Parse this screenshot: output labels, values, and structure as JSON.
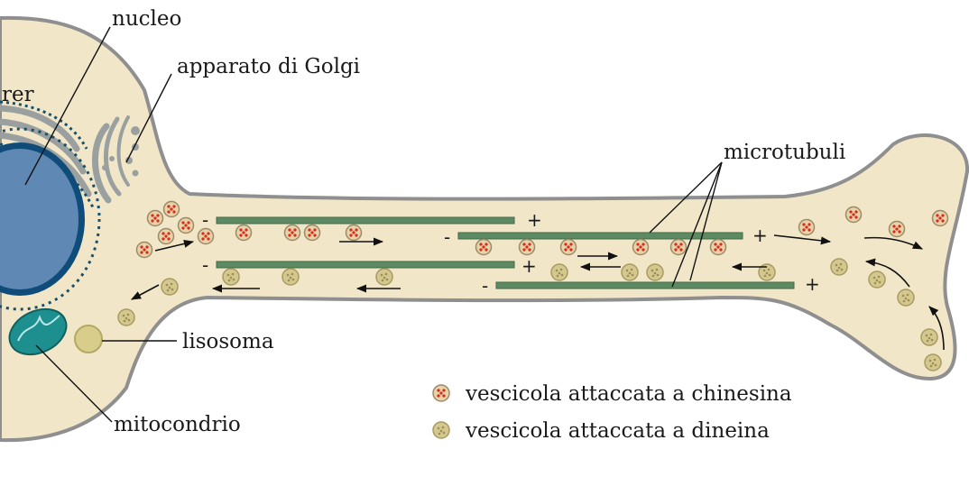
{
  "labels": {
    "nucleus": "nucleo",
    "golgi": "apparato di Golgi",
    "rer": "rer",
    "microtubules": "microtubuli",
    "lysosome": "lisosoma",
    "mitochondrion": "mitocondrio"
  },
  "legend": {
    "kinesin": "vescicola attaccata a chinesina",
    "dynein": "vescicola attaccata a dineina"
  },
  "polarity": {
    "minus": "-",
    "plus": "+"
  },
  "colors": {
    "cytoplasm": "#f1e7c8",
    "membrane": "#8f8f8f",
    "nucleus": "#5f88b4",
    "nucleus_border": "#1f5e92",
    "microtubule": "#5d8a63",
    "kinesin_vesicle": "#e8d2a8",
    "kinesin_dot": "#d92a1c",
    "dynein_vesicle": "#d4c88e",
    "mitochondrion": "#1e8f8f",
    "lysosome": "#d8cd8a"
  }
}
